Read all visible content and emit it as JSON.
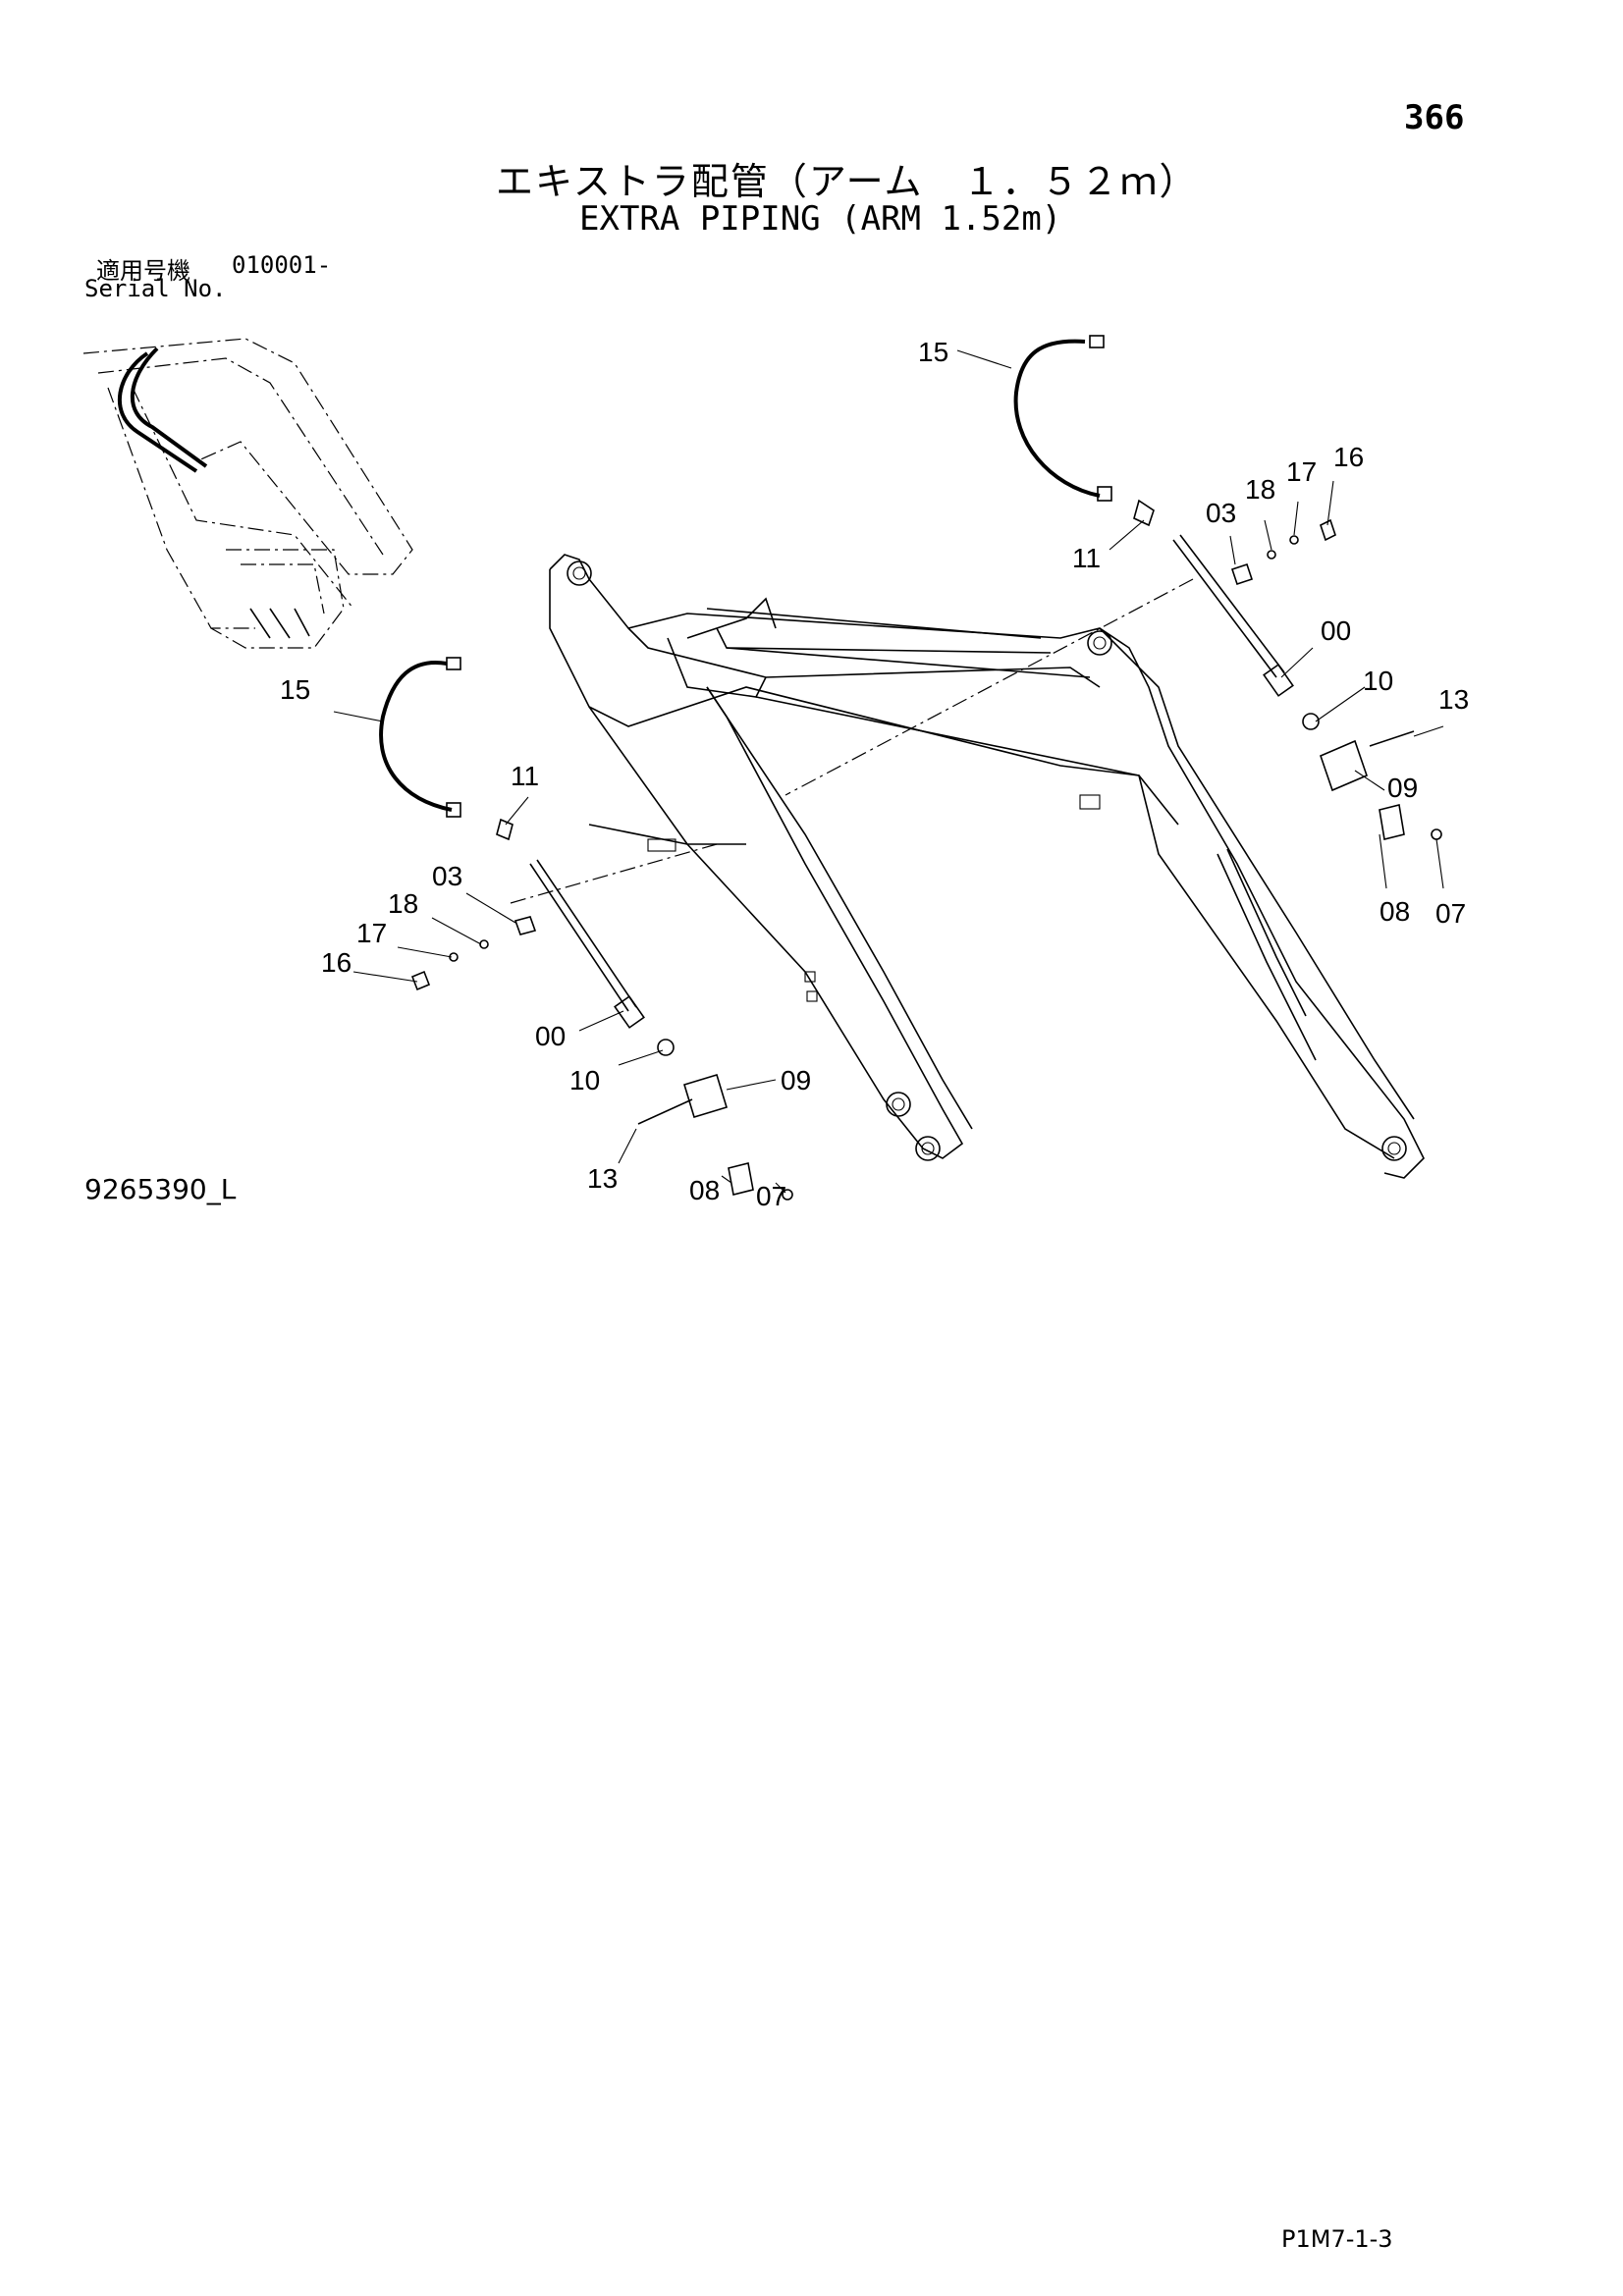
{
  "page_number": "366",
  "title_jp": "エキストラ配管（アーム　１．５２ｍ）",
  "title_en": "EXTRA PIPING (ARM 1.52m)",
  "serial_label_jp": "適用号機",
  "serial_value": "010001-",
  "serial_label_en": "Serial No.",
  "drawing_number": "9265390_L",
  "page_code": "P1M7-1-3",
  "callouts_right": [
    "15",
    "11",
    "03",
    "18",
    "17",
    "16",
    "00",
    "10",
    "13",
    "09",
    "08",
    "07"
  ],
  "callouts_left": [
    "15",
    "11",
    "03",
    "18",
    "17",
    "16",
    "00",
    "10",
    "09",
    "13",
    "08",
    "07"
  ]
}
